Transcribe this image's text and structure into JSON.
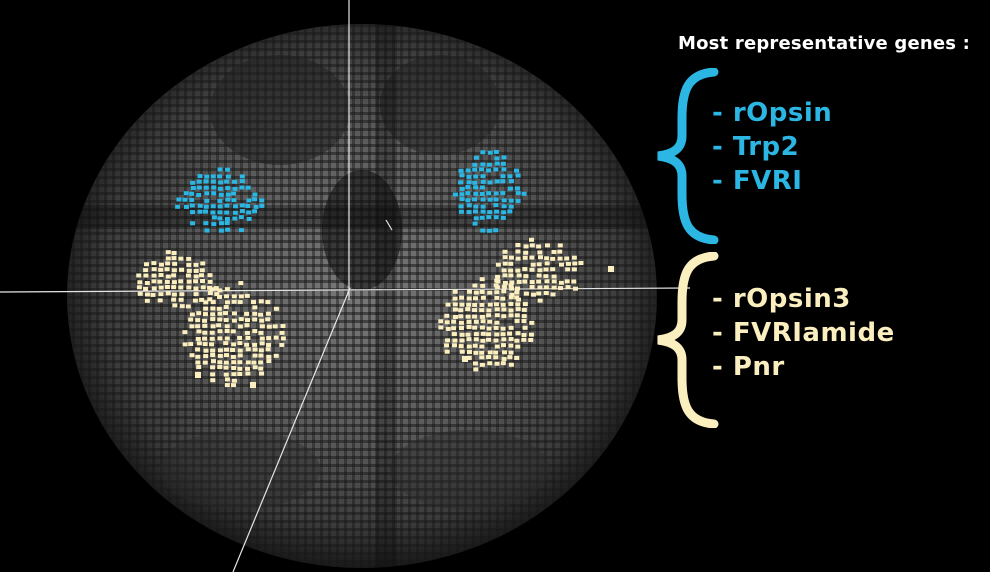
{
  "heading": "Most representative genes :",
  "colors": {
    "blue": "#2bb6e3",
    "cream": "#fbefbf",
    "background": "#000000"
  },
  "groups": [
    {
      "color": "blue",
      "genes": [
        "- rOpsin",
        "- Trp2",
        "- FVRI"
      ]
    },
    {
      "color": "cream",
      "genes": [
        "- rOpsin3",
        "- FVRIamide",
        "- Pnr"
      ]
    }
  ]
}
